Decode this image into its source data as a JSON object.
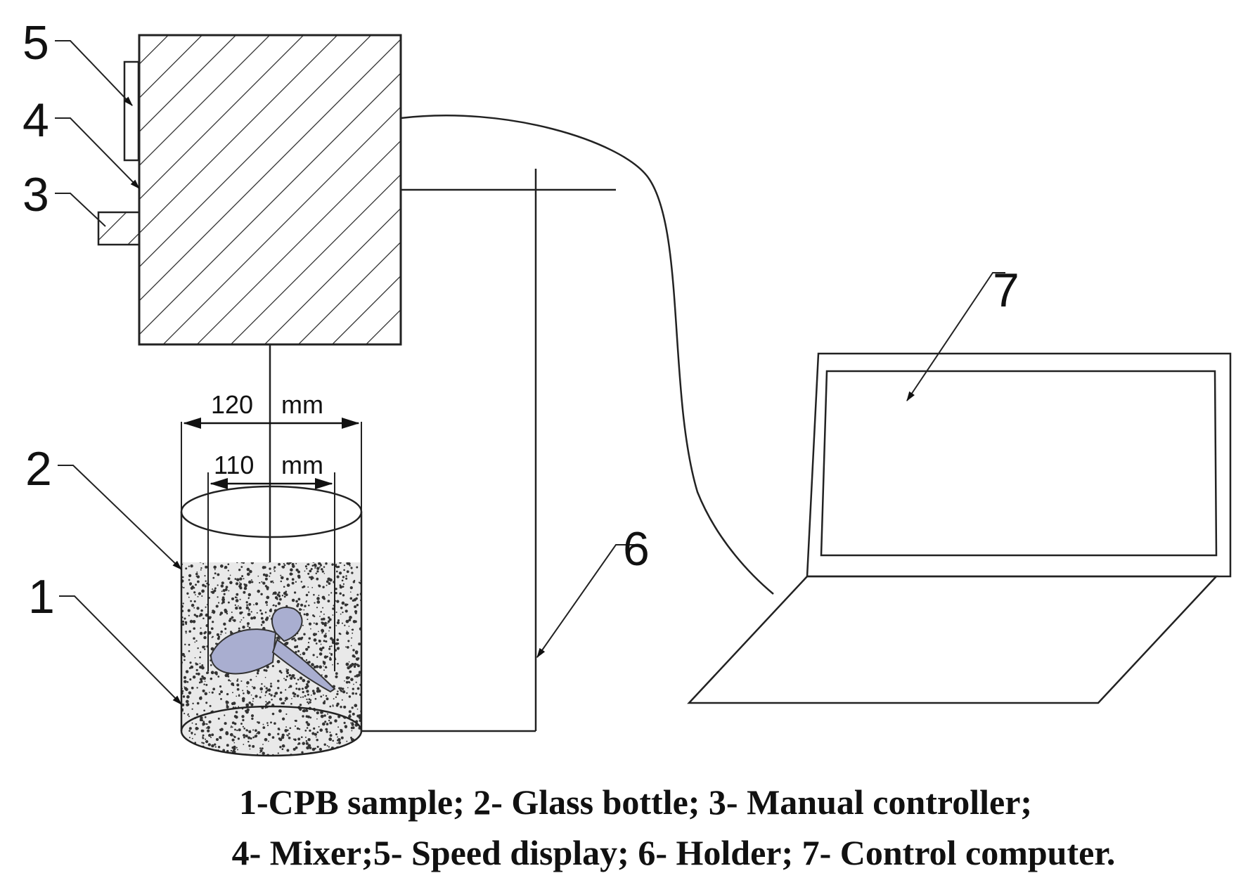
{
  "callouts": [
    "5",
    "4",
    "3",
    "2",
    "1",
    "6",
    "7"
  ],
  "dimensions": {
    "outer_value": "120",
    "outer_unit": "mm",
    "inner_value": "110",
    "inner_unit": "mm"
  },
  "caption": {
    "line1": "1-CPB sample; 2- Glass bottle; 3- Manual controller;",
    "line2": "4- Mixer;5- Speed display; 6- Holder; 7- Control computer."
  },
  "colors": {
    "line": "#222222",
    "impeller": "#a9aed0",
    "granule": "#333333"
  }
}
